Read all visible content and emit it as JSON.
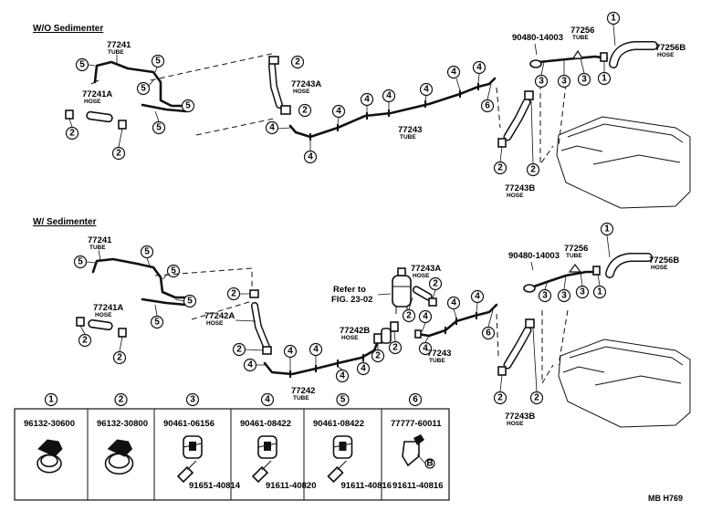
{
  "sections": {
    "without": "W/O Sedimenter",
    "with": "W/ Sedimenter"
  },
  "callout_numbers": [
    "1",
    "2",
    "3",
    "4",
    "5",
    "6"
  ],
  "refer": {
    "line1": "Refer to",
    "line2": "FIG. 23-02"
  },
  "part_labels": {
    "tube_77241": {
      "number": "77241",
      "type": "TUBE"
    },
    "hose_77241A": {
      "number": "77241A",
      "type": "HOSE"
    },
    "hose_77243A": {
      "number": "77243A",
      "type": "HOSE"
    },
    "tube_77243": {
      "number": "77243",
      "type": "TUBE"
    },
    "hose_77243B": {
      "number": "77243B",
      "type": "HOSE"
    },
    "part_90480": {
      "number": "90480-14003"
    },
    "tube_77256": {
      "number": "77256",
      "type": "TUBE"
    },
    "hose_77256B": {
      "number": "77256B",
      "type": "HOSE"
    },
    "hose_77242A": {
      "number": "77242A",
      "type": "HOSE"
    },
    "tube_77242": {
      "number": "77242",
      "type": "TUBE"
    },
    "hose_77242B": {
      "number": "77242B",
      "type": "HOSE"
    }
  },
  "legend": [
    {
      "index": "1",
      "part": "96132-30600",
      "sub_part": ""
    },
    {
      "index": "2",
      "part": "96132-30800",
      "sub_part": ""
    },
    {
      "index": "3",
      "part": "90461-06156",
      "sub_part": "91651-40814"
    },
    {
      "index": "4",
      "part": "90461-08422",
      "sub_part": "91611-40820"
    },
    {
      "index": "5",
      "part": "90461-08422",
      "sub_part": "91611-40816"
    },
    {
      "index": "6",
      "part": "77777-60011",
      "sub_part": "91611-40816",
      "marker": "B"
    }
  ],
  "footer": {
    "code": "MB  H769"
  }
}
